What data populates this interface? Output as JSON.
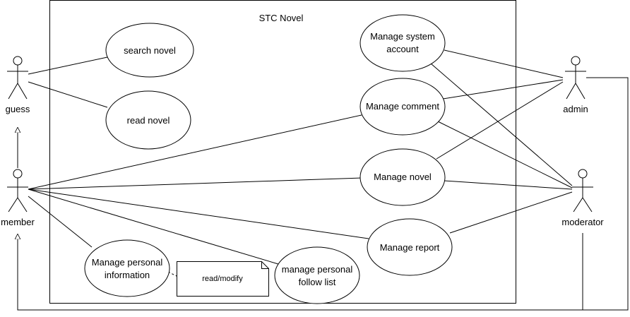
{
  "system": {
    "title": "STC Novel"
  },
  "actors": {
    "guess": "guess",
    "member": "member",
    "admin": "admin",
    "moderator": "moderator"
  },
  "use_cases": {
    "search_novel": "search novel",
    "read_novel": "read novel",
    "manage_system_account": [
      "Manage system",
      "account"
    ],
    "manage_comment": "Manage comment",
    "manage_novel": "Manage novel",
    "manage_report": "Manage report",
    "manage_personal_information": [
      "Manage personal",
      "information"
    ],
    "manage_personal_follow_list": [
      "manage personal",
      "follow list"
    ]
  },
  "note": {
    "text": "read/modify"
  }
}
